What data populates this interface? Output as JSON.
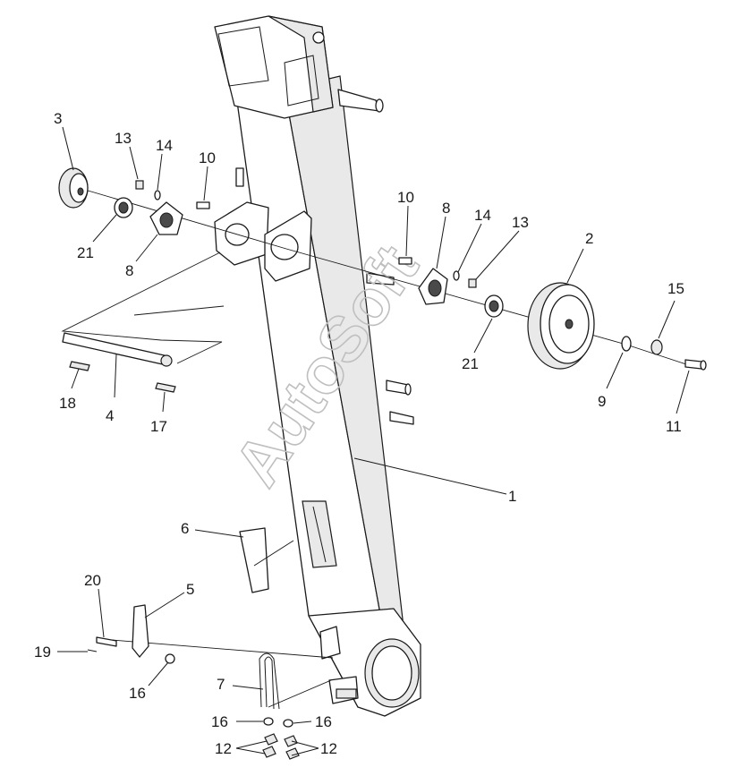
{
  "watermark": "AutoSoft",
  "diagram": {
    "type": "exploded-parts-view",
    "callouts": {
      "c1": "1",
      "c2": "2",
      "c3": "3",
      "c4": "4",
      "c5": "5",
      "c6": "6",
      "c7": "7",
      "c8a": "8",
      "c8b": "8",
      "c9": "9",
      "c10a": "10",
      "c10b": "10",
      "c11": "11",
      "c12a": "12",
      "c12b": "12",
      "c13a": "13",
      "c13b": "13",
      "c14a": "14",
      "c14b": "14",
      "c15": "15",
      "c16a": "16",
      "c16b": "16",
      "c16c": "16",
      "c17": "17",
      "c18": "18",
      "c19": "19",
      "c20": "20",
      "c21a": "21",
      "c21b": "21"
    }
  }
}
